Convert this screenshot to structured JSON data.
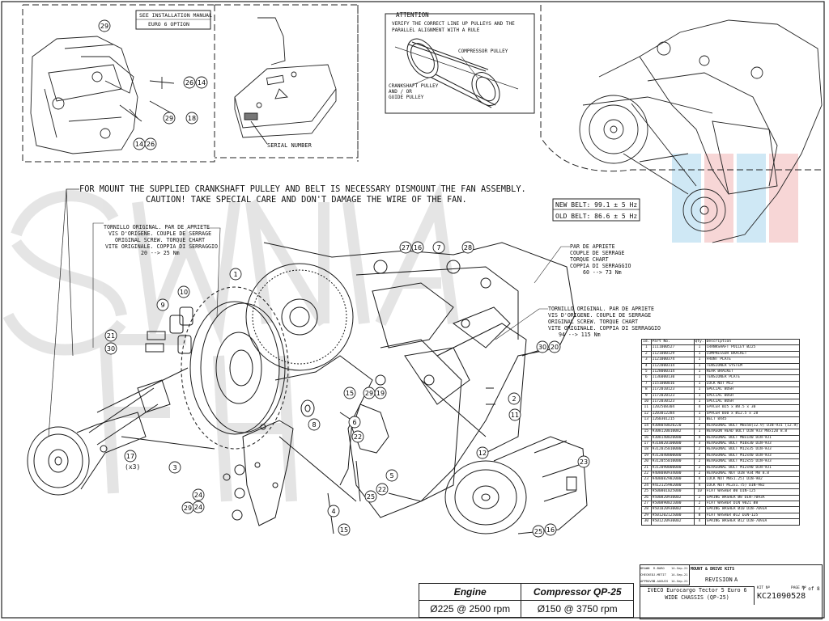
{
  "notes": {
    "install_manual": "SEE INSTALLATION MANUAL",
    "euro6": "EURO 6 OPTION",
    "serial_number": "SERIAL NUMBER",
    "attention_title": "ATTENTION",
    "attention_line1": "VERIFY THE CORRECT LINE UP PULLEYS AND THE",
    "attention_line2": "PARALLEL ALIGNMENT WITH A RULE",
    "compressor_pulley": "COMPRESSOR PULLEY",
    "crankshaft_pulley_1": "CRANKSHAFT PULLEY",
    "crankshaft_pulley_2": "AND / OR",
    "crankshaft_pulley_3": "GUIDE PULLEY",
    "fan_line1": "FOR MOUNT THE SUPPLIED CRANKSHAFT PULLEY AND BELT IS NECESSARY DISMOUNT THE FAN ASSEMBLY.",
    "fan_line2": "CAUTION! TAKE SPECIAL CARE AND DON'T DAMAGE THE WIRE OF THE FAN.",
    "new_belt": "NEW BELT: 99.1 ± 5 Hz",
    "old_belt": "OLD BELT: 86.6 ± 5 Hz",
    "torque_left": [
      "TORNILLO ORIGINAL. PAR DE APRIETE",
      "VIS D'ORIGENE. COUPLE DE SERRAGE",
      "ORIGINAL SCREW. TORQUE CHART",
      "VITE ORIGINALE. COPPIA DI SERRAGGIO",
      "20 --> 25 Nm"
    ],
    "torque_mid": [
      "PAR DE APRIETE",
      "COUPLE DE SERRAGE",
      "TORQUE CHART",
      "COPPIA DI SERRAGGIO",
      "60 --> 73 Nm"
    ],
    "torque_right": [
      "TORNILLO ORIGINAL. PAR DE APRIETE",
      "VIS D'ORIGENE. COUPLE DE SERRAGE",
      "ORIGINAL SCREW. TORQUE CHART",
      "VITE ORIGINALE. COPPIA DI SERRAGGIO",
      "94 --> 115 Nm"
    ],
    "x3": "(x3)"
  },
  "callouts": [
    "29",
    "26",
    "14",
    "29",
    "18",
    "14",
    "26",
    "27",
    "16",
    "7",
    "28",
    "1",
    "10",
    "9",
    "21",
    "30",
    "20",
    "30",
    "2",
    "15",
    "29",
    "19",
    "22",
    "5",
    "11",
    "8",
    "6",
    "4",
    "25",
    "22",
    "15",
    "24",
    "29",
    "24",
    "3",
    "17",
    "23",
    "25",
    "16",
    "12"
  ],
  "parts_table": {
    "headers": [
      "Id.",
      "Part No.",
      "Qty.",
      "Description"
    ],
    "rows": [
      [
        "1",
        "1111000527",
        "1",
        "CRANKSHAFT PULLEY Ø225"
      ],
      [
        "2",
        "1121000129",
        "1",
        "COMPRESSOR BRACKET"
      ],
      [
        "3",
        "1121000374",
        "1",
        "FRONT PLATE"
      ],
      [
        "4",
        "1122000314",
        "1",
        "TENSIONER SYSTEM"
      ],
      [
        "5",
        "1128000314",
        "1",
        "REAR BRACKET"
      ],
      [
        "6",
        "1136000130",
        "1",
        "TENSIONER PLATE"
      ],
      [
        "7",
        "1151000016",
        "1",
        "LOCK NUT M12"
      ],
      [
        "8",
        "1172010123",
        "1",
        "SPECIAL BUSH"
      ],
      [
        "9",
        "1172020123",
        "1",
        "SPECIAL BUSH"
      ],
      [
        "10",
        "1172030123",
        "1",
        "SPECIAL BUSH"
      ],
      [
        "11",
        "1202508304",
        "4",
        "SPACER Ø25 x Ø8.5 x 30"
      ],
      [
        "12",
        "1203012284",
        "1",
        "SPACER Ø30 x Ø12.5 x 28"
      ],
      [
        "13",
        "1260301215",
        "1",
        "BELT 8X45"
      ],
      [
        "14",
        "9308050020220",
        "2",
        "HEXAGONAL BOLT M8x50(12.9) DIN-931 (12.9)"
      ],
      [
        "15",
        "9308120010082",
        "1",
        "HEXAGON HEAD BOLT DIN 933 M8x120 8.8"
      ],
      [
        "16",
        "9308140020000",
        "4",
        "HEXAGONAL BOLT M8x140 DIN-931"
      ],
      [
        "17",
        "9310020100000",
        "3",
        "HEXAGONAL BOLT M10x30 DIN-933"
      ],
      [
        "18",
        "9312035010000",
        "2",
        "HEXAGONAL BOLT M12x35 DIN-933"
      ],
      [
        "19",
        "9312040000000",
        "2",
        "HEXAGONAL BOLT M12x40 DIN-933"
      ],
      [
        "20",
        "9312055010000",
        "2",
        "HEXAGONAL BOLT M12x55 DIN-933"
      ],
      [
        "21",
        "9312090000000",
        "2",
        "HEXAGONAL BOLT M12x90 DIN-931"
      ],
      [
        "22",
        "9408080934000",
        "2",
        "HEXAGONAL NUT DIN 934 M8 8.8"
      ],
      [
        "23",
        "9408082982000",
        "4",
        "LOCK NUT M8x1.25) DIN-982"
      ],
      [
        "24",
        "9412125982000",
        "4",
        "LOCK NUT M12x1.75) DIN-982"
      ],
      [
        "25",
        "9500801025000",
        "10",
        "FLAT WASHER Ø8 DIN-125"
      ],
      [
        "26",
        "9500820930002",
        "2",
        "SPRING WASHER Ø8 DIN-7093A"
      ],
      [
        "27",
        "9500890021000",
        "2",
        "FLAT WASHER DIN 9021 Ø8"
      ],
      [
        "28",
        "9501020930002",
        "2",
        "SPRING WASHER Ø10 DIN-7093A"
      ],
      [
        "29",
        "9501202125000",
        "8",
        "FLAT WASHER Ø12 DIN-125"
      ],
      [
        "30",
        "9501220930002",
        "4",
        "SPRING WASHER Ø12 DIN-7093A"
      ]
    ]
  },
  "spec": {
    "engine_header": "Engine",
    "compressor_header": "Compressor QP-25",
    "engine_value": "Ø225 @ 2500 rpm",
    "compressor_value": "Ø150 @ 3750 rpm"
  },
  "title_block": {
    "drawn": "DRAWN",
    "drawn_by": "R.BARO",
    "drawn_date": "14-Sep-21",
    "checked": "CHECKED",
    "checked_by": "J.METIT",
    "checked_date": "14-Sep-21",
    "approved": "APPROVED",
    "approved_by": "C.AUGUIS",
    "approved_date": "14-Sep-21",
    "kit_type": "MOUNT & DRIVE KITS",
    "revision_label": "REVISION",
    "revision": "A",
    "title1": "IVECO Eurocargo Tector 5 Euro 6",
    "title2": "WIDE CHASSIS (QP-25)",
    "kit_label": "KIT Nº",
    "kit_no": "KC21090528",
    "page_label": "PAGE Nº",
    "page": "7 of 8"
  },
  "colors": {
    "line": "#1a1a1a",
    "watermark": "#d7d7d7",
    "accent_blue": "#a9d6ee",
    "accent_red": "#f2b6b6"
  }
}
